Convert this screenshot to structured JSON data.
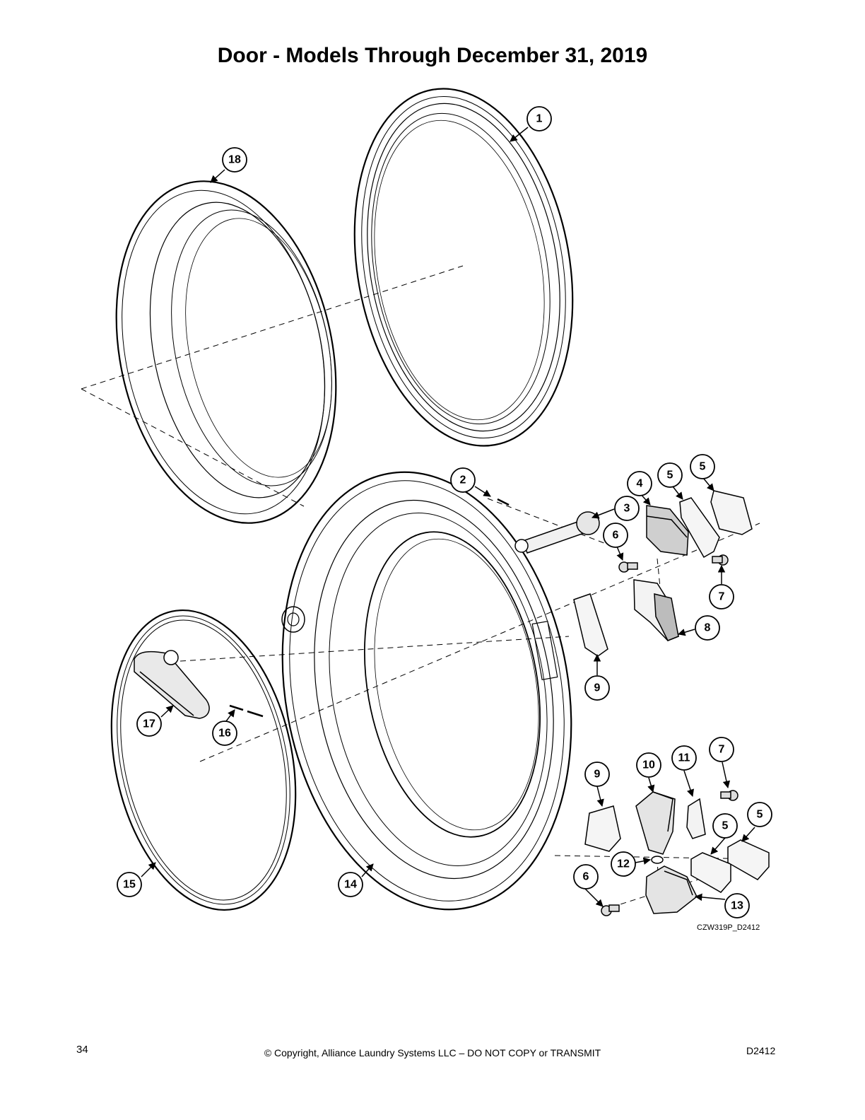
{
  "page": {
    "title": "Door - Models Through December 31, 2019",
    "drawing_id": "CZW319P_D2412",
    "page_number": "34",
    "copyright": "© Copyright, Alliance Laundry Systems LLC – DO NOT COPY or TRANSMIT",
    "doc_code": "D2412"
  },
  "callouts": [
    "1",
    "2",
    "3",
    "4",
    "5",
    "5",
    "6",
    "7",
    "8",
    "9",
    "9",
    "10",
    "11",
    "7",
    "5",
    "5",
    "6",
    "12",
    "13",
    "14",
    "15",
    "16",
    "17",
    "18"
  ]
}
